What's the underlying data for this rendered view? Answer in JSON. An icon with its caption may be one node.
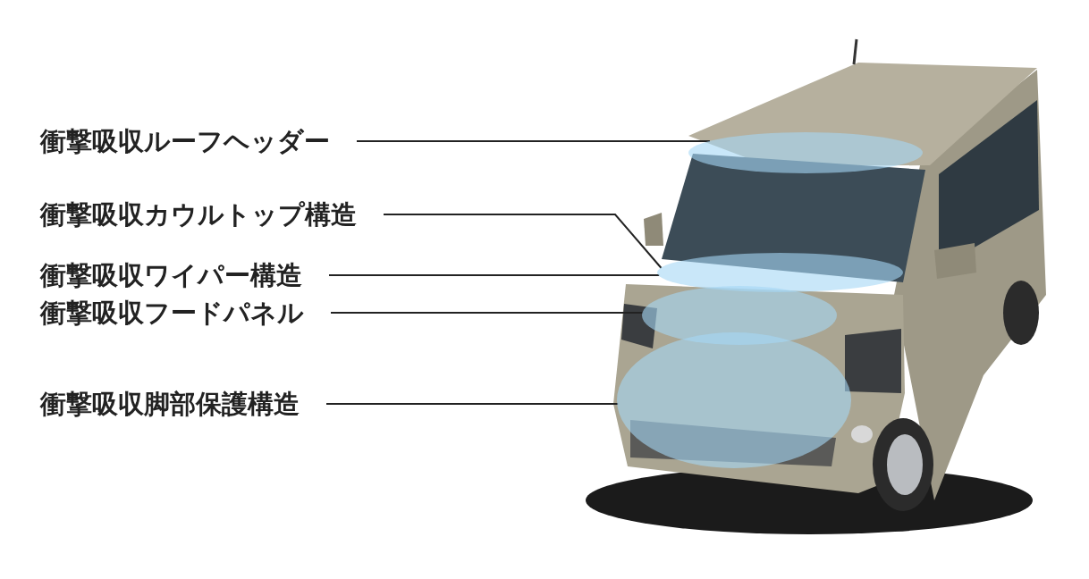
{
  "diagram": {
    "nodes": [
      {
        "text": [
          "衝撃吸収ルーフヘッダー"
        ]
      },
      {
        "text": [
          "衝撃吸収カウルトップ構造"
        ]
      },
      {
        "text": [
          "衝撃吸収ワイパー構造"
        ]
      },
      {
        "text": [
          "衝撃吸収フードパネル"
        ]
      },
      {
        "text": [
          "衝撃吸収脚部保護構造"
        ]
      },
      {
        "text": [],
        "shape": "ellipse"
      },
      {
        "text": [],
        "shape": "ellipse"
      },
      {
        "text": [],
        "shape": "ellipse"
      },
      {
        "text": [],
        "shape": "ellipse"
      }
    ],
    "edges": [
      {
        "from": 0,
        "to": 5,
        "arrow": "none"
      },
      {
        "from": 1,
        "to": 6,
        "arrow": "none"
      },
      {
        "from": 2,
        "to": 6,
        "arrow": "none"
      },
      {
        "from": 3,
        "to": 7,
        "arrow": "none"
      },
      {
        "from": 4,
        "to": 8,
        "arrow": "none"
      }
    ]
  }
}
